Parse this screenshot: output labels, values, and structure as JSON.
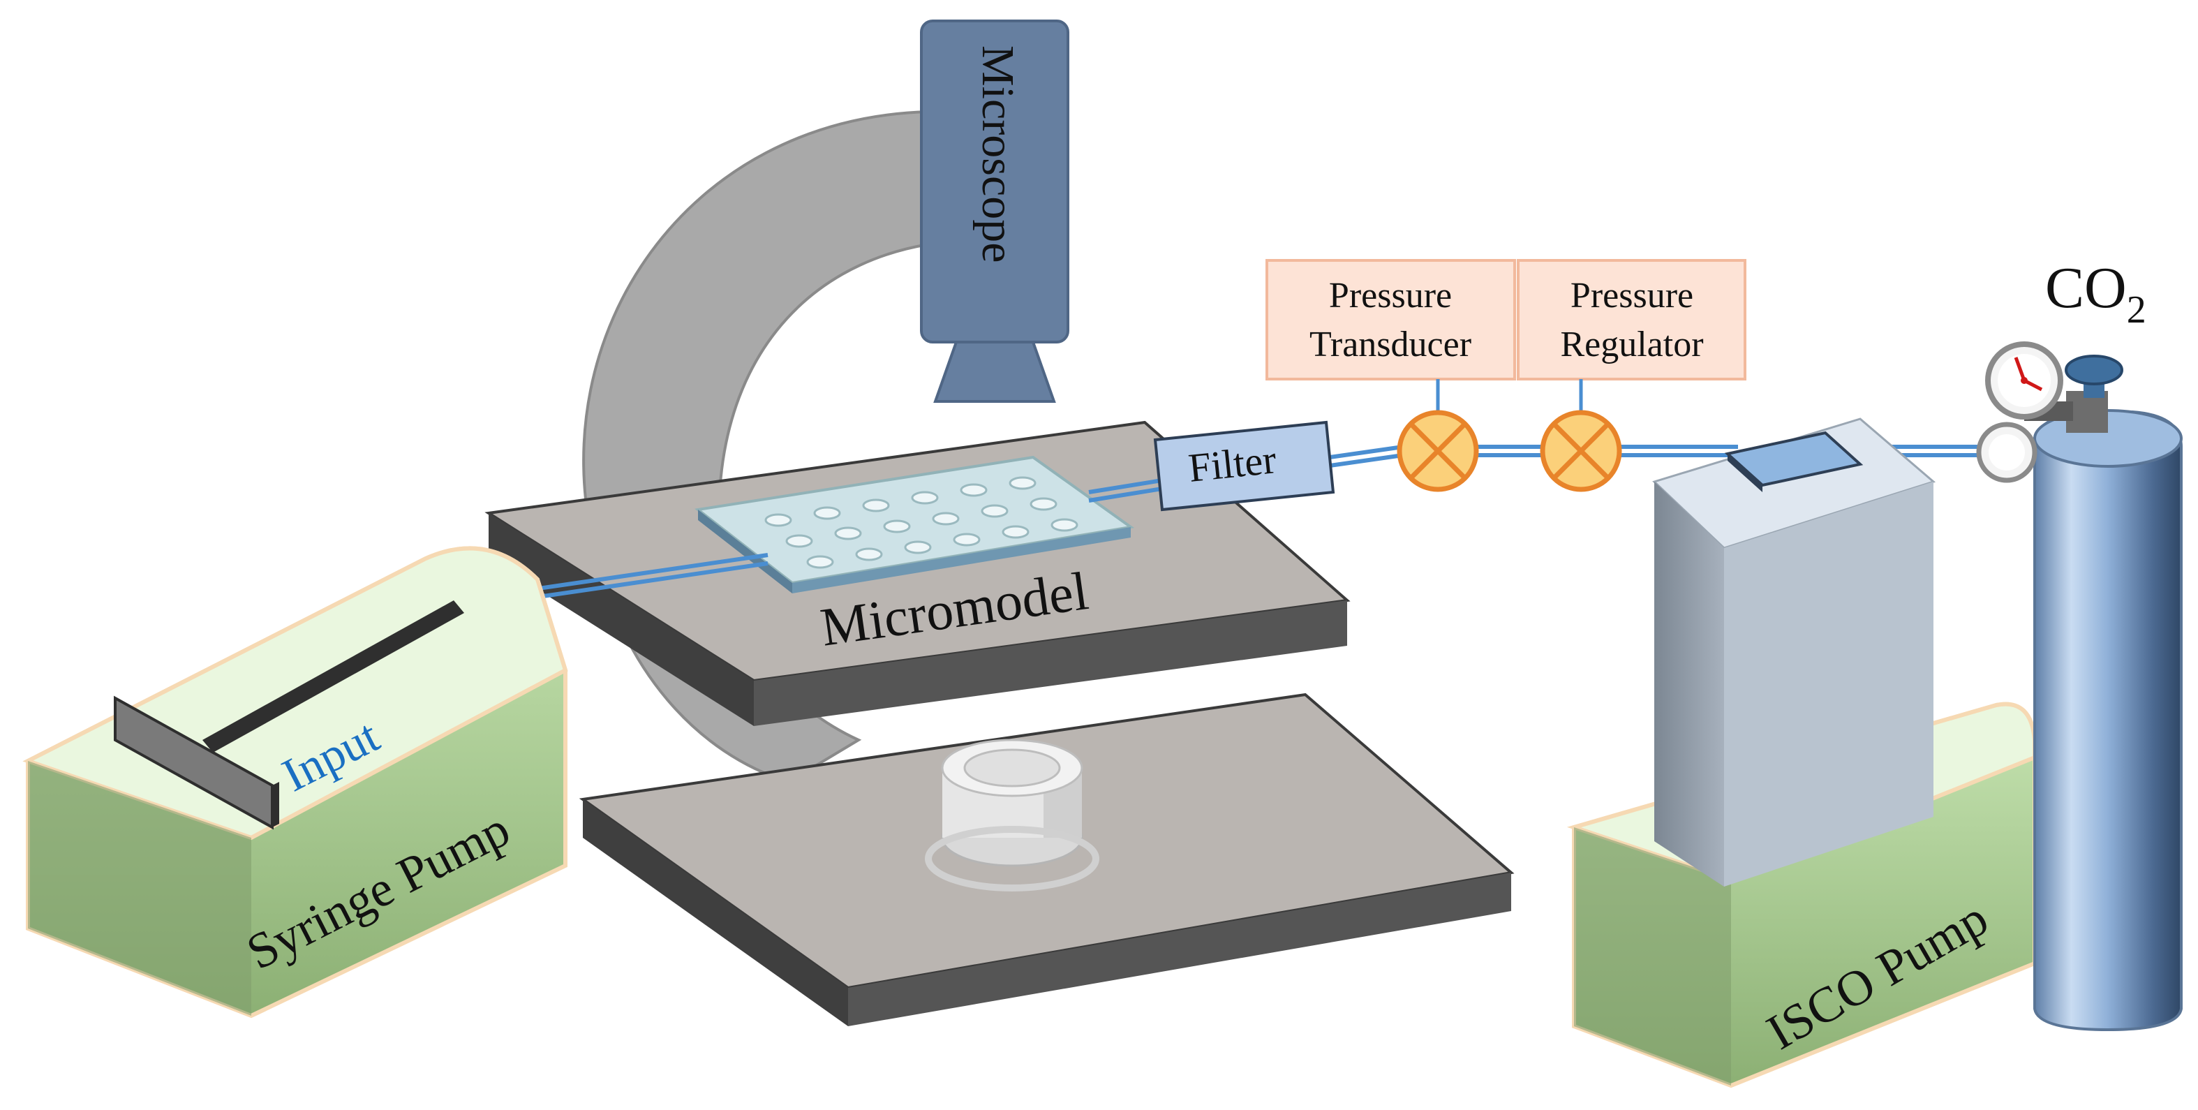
{
  "labels": {
    "microscope": "Microscope",
    "micromodel": "Micromodel",
    "filter": "Filter",
    "pressure_transducer": [
      "Pressure",
      "Transducer"
    ],
    "pressure_regulator": [
      "Pressure",
      "Regulator"
    ],
    "co2": "CO",
    "co2_subscript": "2",
    "input": "Input",
    "syringe_pump": "Syringe Pump",
    "isco_pump": "ISCO Pump"
  },
  "colors": {
    "pump_base": "#c9e6b6",
    "pump_top": "#eaf7df",
    "platform_top": "#bab5b1",
    "platform_side": "#4a4a4a",
    "microscope_body": "#667fa0",
    "arc": "#a9a9a9",
    "label_box_fill": "#fde3d6",
    "label_box_stroke": "#f2b99c",
    "valve_fill": "#fbd07a",
    "valve_stroke": "#e8842a",
    "tubing": "#4a8ed1",
    "cylinder": "#8fb0d8",
    "isco_body": "#b8c3cf",
    "input_text": "#1a6fc2"
  }
}
